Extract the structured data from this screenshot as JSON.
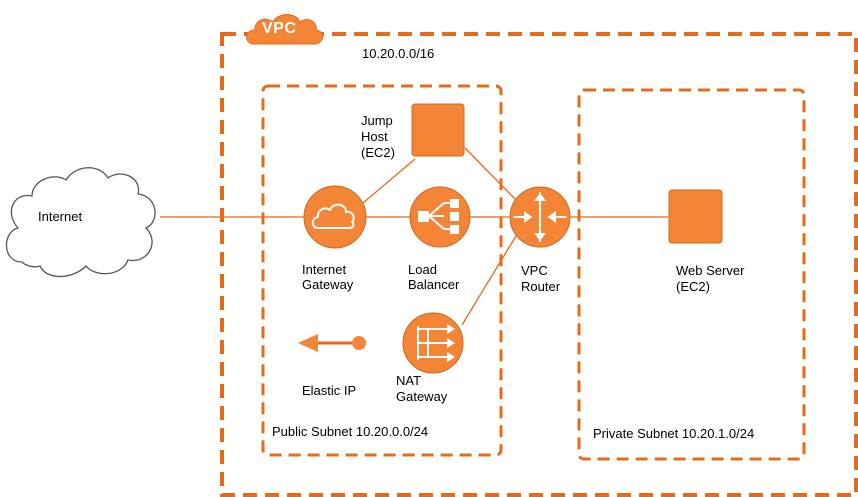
{
  "colors": {
    "accent": "#f58536",
    "accent_dark": "#c96a1f",
    "line": "#e86a18",
    "cloud_stroke": "#555555"
  },
  "vpc": {
    "tag": "VPC",
    "cidr": "10.20.0.0/16"
  },
  "internet": {
    "label": "Internet"
  },
  "public_subnet": {
    "label": "Public Subnet 10.20.0.0/24"
  },
  "private_subnet": {
    "label": "Private Subnet 10.20.1.0/24"
  },
  "jump_host": {
    "line1": "Jump",
    "line2": "Host",
    "line3": "(EC2)"
  },
  "internet_gateway": {
    "line1": "Internet",
    "line2": "Gateway"
  },
  "load_balancer": {
    "line1": "Load",
    "line2": "Balancer"
  },
  "vpc_router": {
    "line1": "VPC",
    "line2": "Router"
  },
  "nat_gateway": {
    "line1": "NAT",
    "line2": "Gateway"
  },
  "elastic_ip": {
    "label": "Elastic IP"
  },
  "web_server": {
    "line1": "Web Server",
    "line2": "(EC2)"
  }
}
